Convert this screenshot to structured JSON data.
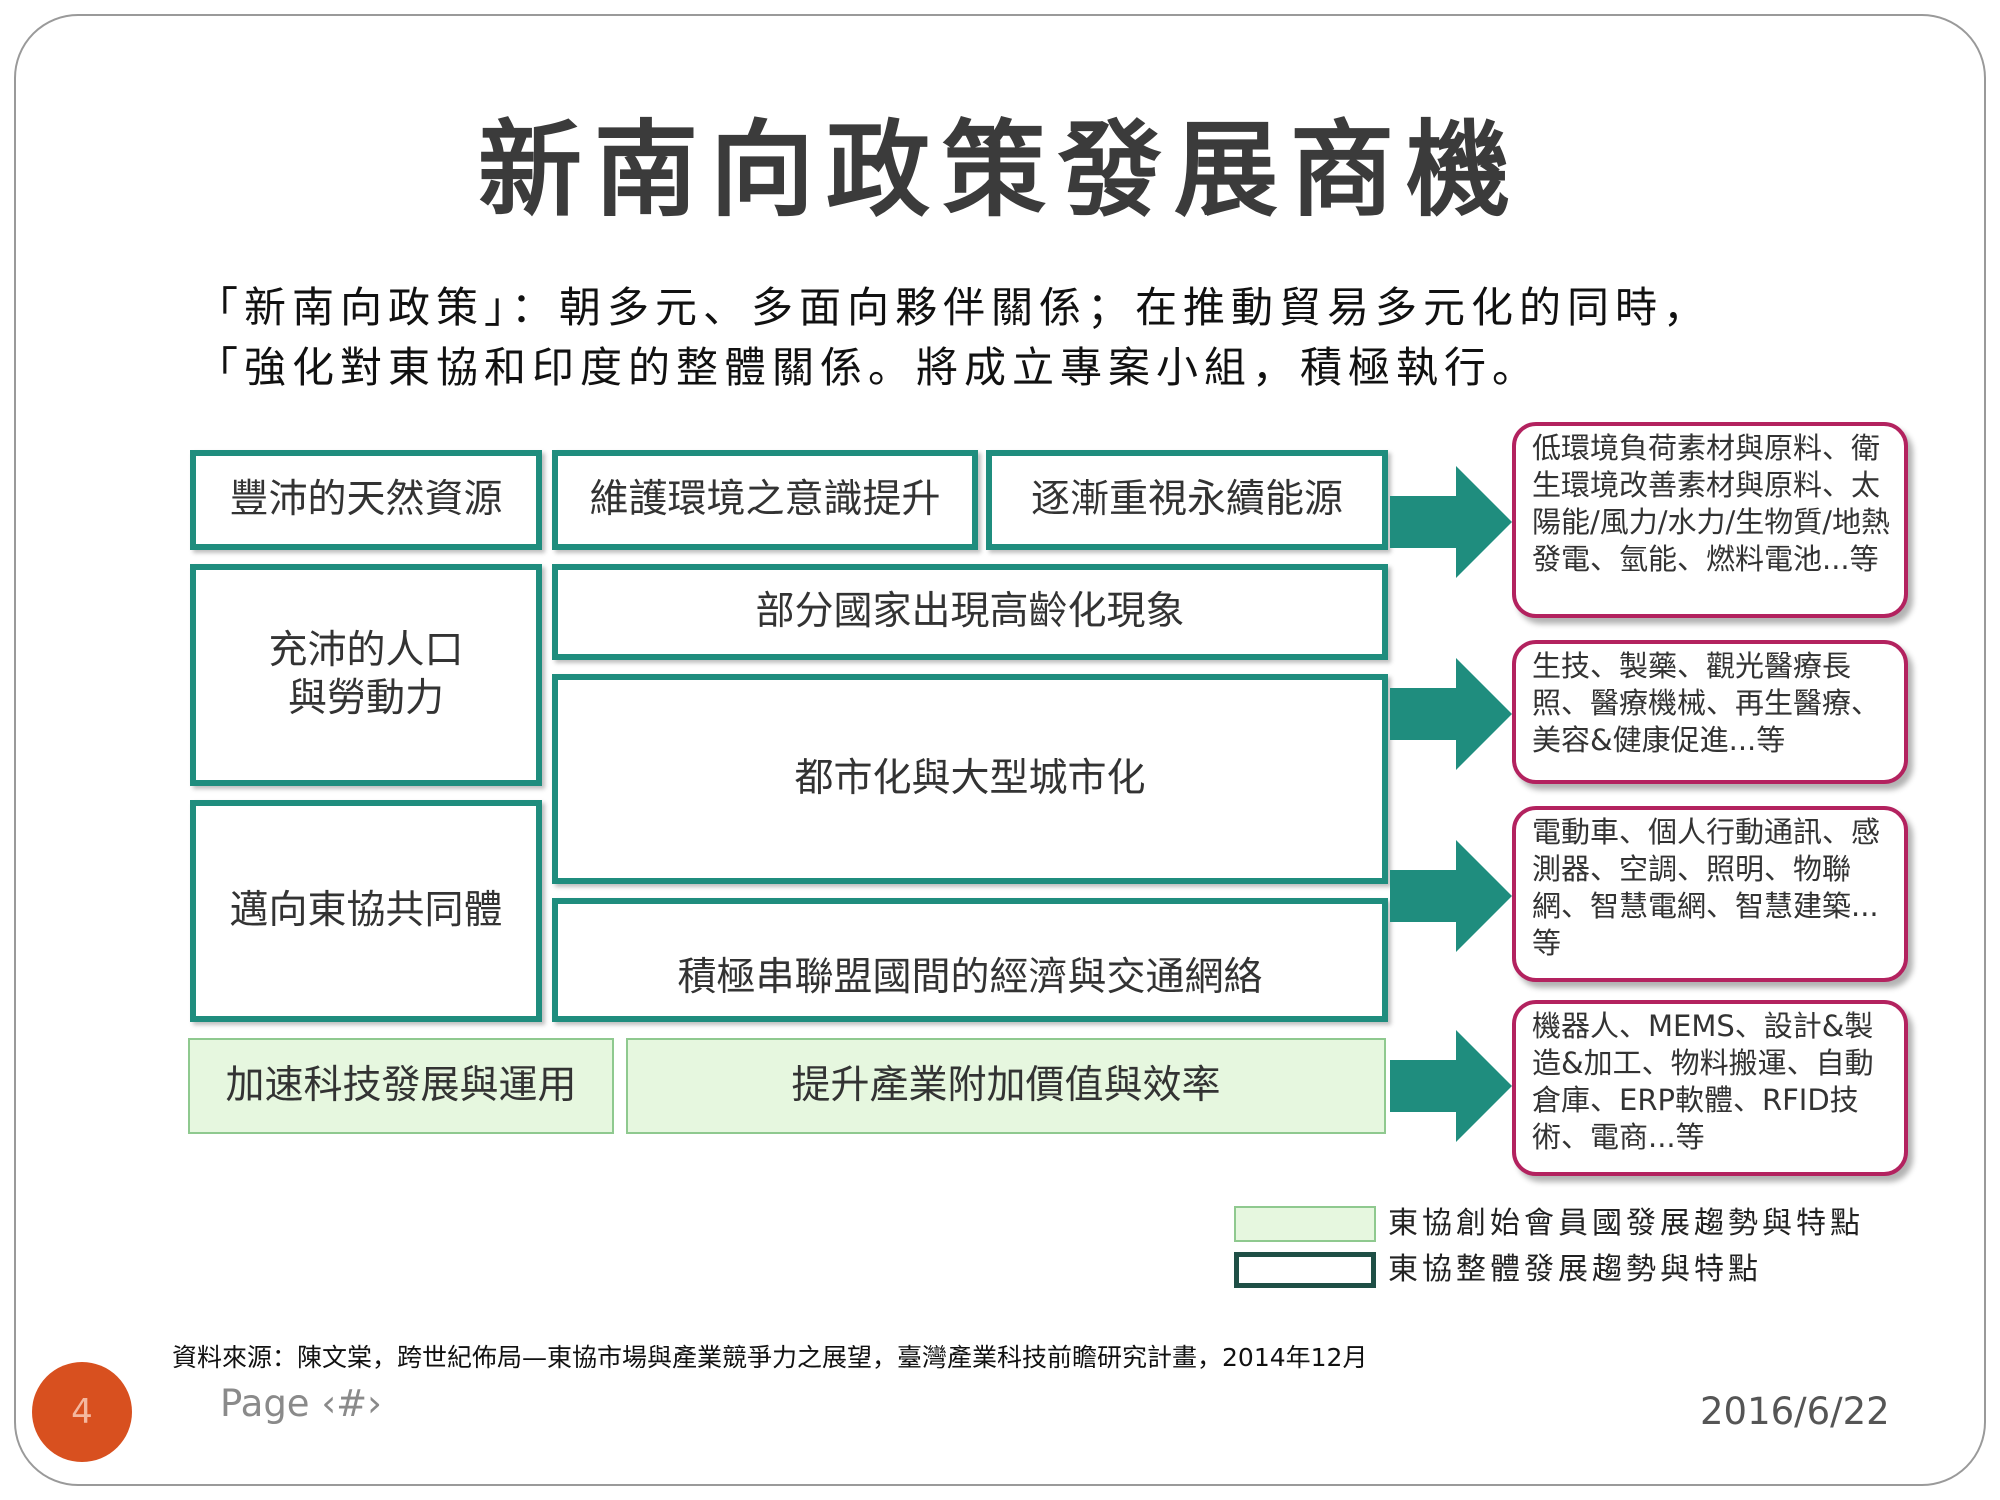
{
  "title": "新南向政策發展商機",
  "intro": [
    "「新南向政策」：朝多元、多面向夥伴關係；在推動貿易多元化的同時，",
    "「強化對東協和印度的整體關係。將成立專案小組，積極執行。"
  ],
  "left_boxes": [
    {
      "id": "resources",
      "label": "豐沛的天然資源"
    },
    {
      "id": "population",
      "label": "充沛的人口\n與勞動力"
    },
    {
      "id": "asean",
      "label": "邁向東協共同體"
    },
    {
      "id": "tech",
      "label": "加速科技發展與運用"
    }
  ],
  "middle_boxes": [
    {
      "id": "environment",
      "label": "維護環境之意識提升"
    },
    {
      "id": "energy",
      "label": "逐漸重視永續能源"
    },
    {
      "id": "aging",
      "label": "部分國家出現高齡化現象"
    },
    {
      "id": "urban",
      "label": "都市化與大型城市化"
    },
    {
      "id": "network",
      "label": "積極串聯盟國間的經濟與交通網絡"
    },
    {
      "id": "value",
      "label": "提升產業附加價值與效率"
    }
  ],
  "outcome_boxes": [
    {
      "id": "green",
      "text": "低環境負荷素材與原料、衛生環境改善素材與原料、太陽能/風力/水力/生物質/地熱發電、氫能、燃料電池...等"
    },
    {
      "id": "health",
      "text": "生技、製藥、觀光醫療長照、醫療機械、再生醫療、美容&健康促進...等"
    },
    {
      "id": "smart",
      "text": "電動車、個人行動通訊、感測器、空調、照明、物聯網、智慧電網、智慧建築...等"
    },
    {
      "id": "automation",
      "text": "機器人、MEMS、設計&製造&加工、物料搬運、自動倉庫、ERP軟體、RFID技術、電商...等"
    }
  ],
  "legend": {
    "light_label": "東協創始會員國發展趨勢與特點",
    "dark_label": "東協整體發展趨勢與特點"
  },
  "colors": {
    "teal": "#1f8d7e",
    "light_green": "#e6f7df",
    "magenta": "#b3225f",
    "page_circle": "#d8501f"
  },
  "footer": {
    "source": "資料來源：陳文棠，跨世紀佈局—東協市場與產業競爭力之展望，臺灣產業科技前瞻研究計畫，2014年12月",
    "page_number": "4",
    "page_label": "Page ‹#›",
    "date": "2016/6/22"
  }
}
